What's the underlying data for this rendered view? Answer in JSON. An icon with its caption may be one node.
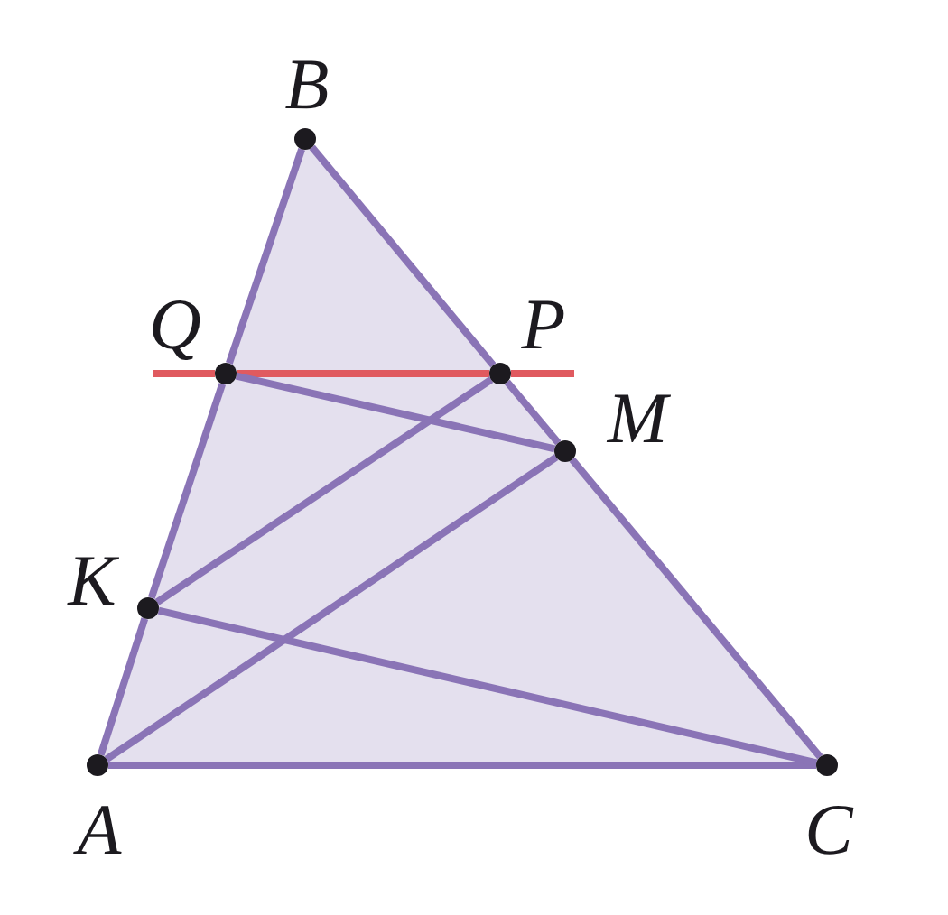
{
  "diagram": {
    "nodes": [
      {
        "text": [],
        "shape": "circle",
        "beside": [
          "B"
        ]
      },
      {
        "text": [],
        "shape": "circle",
        "beside": [
          "Q"
        ]
      },
      {
        "text": [],
        "shape": "circle",
        "beside": [
          "P"
        ]
      },
      {
        "text": [],
        "shape": "circle",
        "beside": [
          "M"
        ]
      },
      {
        "text": [],
        "shape": "circle",
        "beside": [
          "K"
        ]
      },
      {
        "text": [],
        "shape": "circle",
        "beside": [
          "A"
        ]
      },
      {
        "text": [],
        "shape": "circle",
        "beside": [
          "C"
        ]
      }
    ],
    "edges": [
      {
        "from": 5,
        "to": 4,
        "arrow": "none"
      },
      {
        "from": 4,
        "to": 1,
        "arrow": "none"
      },
      {
        "from": 1,
        "to": 0,
        "arrow": "none"
      },
      {
        "from": 0,
        "to": 2,
        "arrow": "none"
      },
      {
        "from": 2,
        "to": 3,
        "arrow": "none"
      },
      {
        "from": 3,
        "to": 6,
        "arrow": "none"
      },
      {
        "from": 5,
        "to": 6,
        "arrow": "none"
      },
      {
        "from": 1,
        "to": 2,
        "arrow": "none",
        "color": "#e05a5f"
      },
      {
        "from": null,
        "to": 1,
        "arrow": "none",
        "color": "#e05a5f"
      },
      {
        "from": 2,
        "to": null,
        "arrow": "none",
        "color": "#e05a5f"
      },
      {
        "from": 1,
        "to": 3,
        "arrow": "none"
      },
      {
        "from": 4,
        "to": 2,
        "arrow": "none"
      },
      {
        "from": 5,
        "to": 3,
        "arrow": "none"
      },
      {
        "from": 4,
        "to": 6,
        "arrow": "none"
      }
    ]
  }
}
